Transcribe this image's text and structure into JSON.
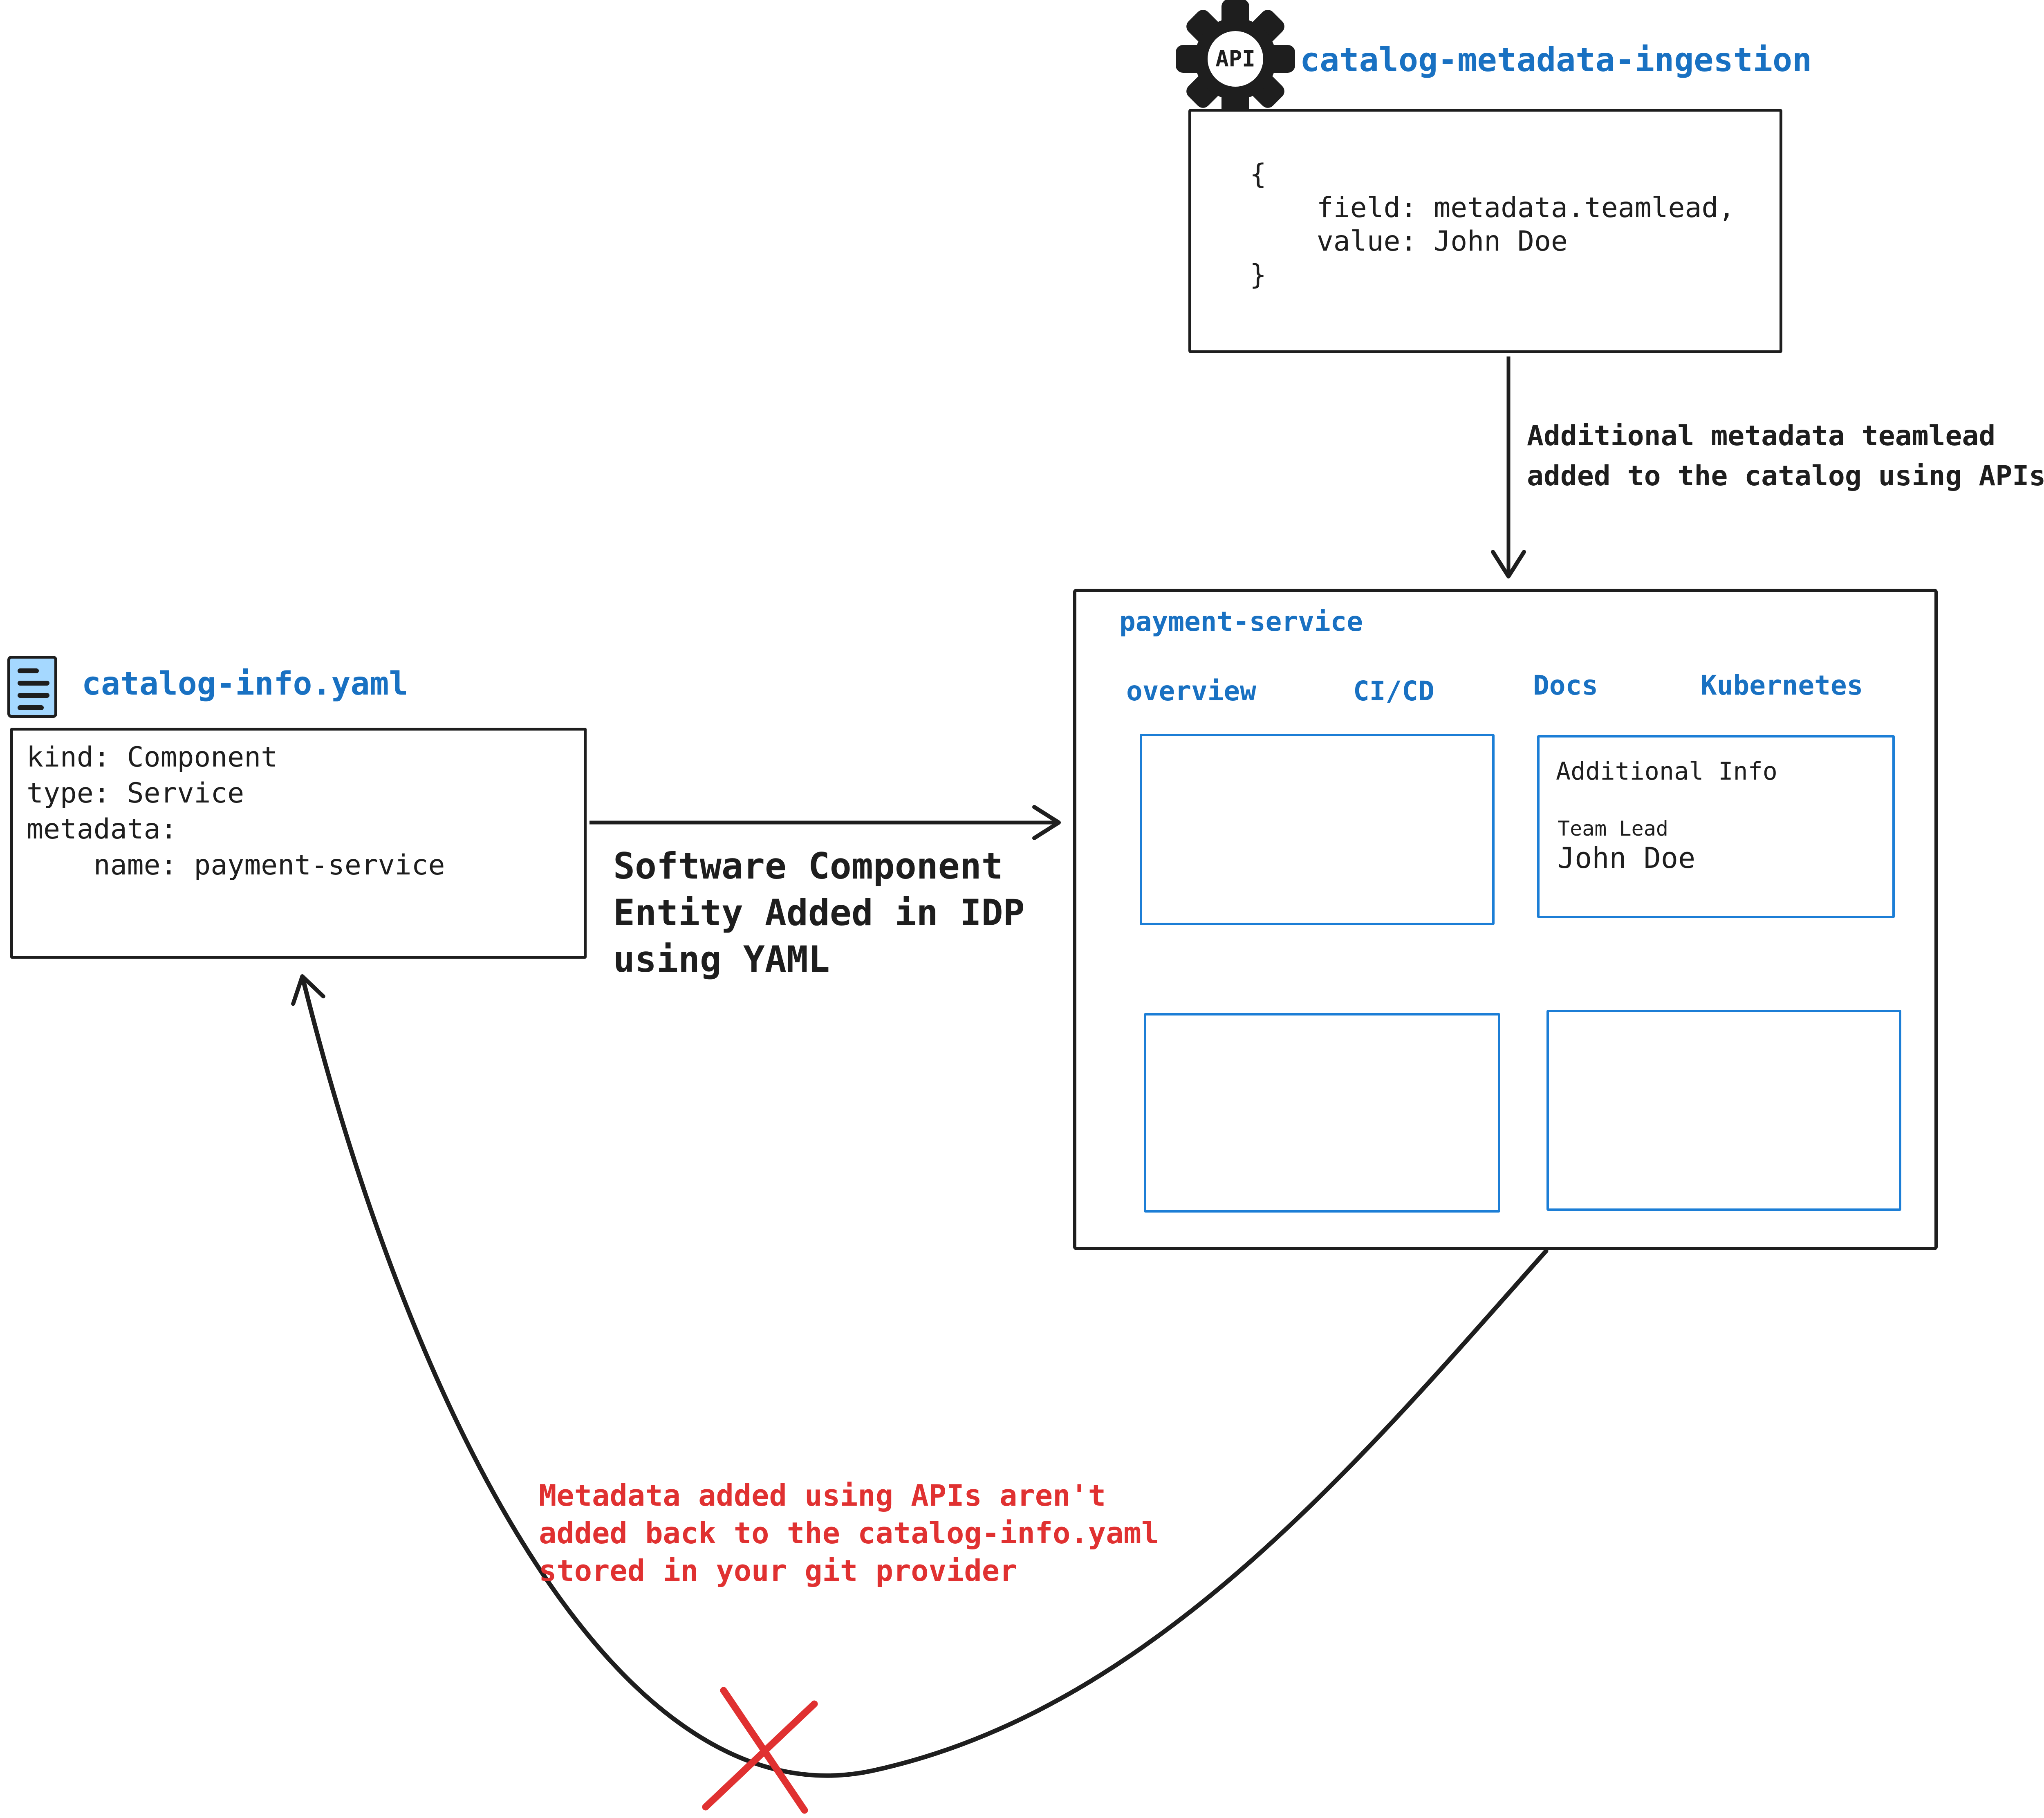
{
  "colors": {
    "ink": "#1e1e1e",
    "blue_text": "#1971c2",
    "blue_border": "#1c7ed6",
    "red": "#e03131",
    "icon_fill": "#a5d8ff"
  },
  "api": {
    "icon_label": "API",
    "title": "catalog-metadata-ingestion",
    "code_lines": [
      "{",
      "    field: metadata.teamlead,",
      "    value: John Doe",
      "}"
    ]
  },
  "ingest_note": [
    "Additional metadata teamlead",
    "added to the catalog using APIs"
  ],
  "idp": {
    "title": "payment-service",
    "tabs": [
      "overview",
      "CI/CD",
      "Docs",
      "Kubernetes"
    ],
    "info_panel": {
      "heading": "Additional Info",
      "field_label": "Team Lead",
      "field_value": "John Doe"
    }
  },
  "yaml": {
    "title": "catalog-info.yaml",
    "lines": [
      "kind: Component",
      "type: Service",
      "metadata:",
      "    name: payment-service"
    ]
  },
  "flow_note": [
    "Software Component",
    "Entity Added in IDP",
    "using YAML"
  ],
  "warning_note": [
    "Metadata added using APIs aren't",
    "added back to the catalog-info.yaml",
    "stored in your git provider"
  ]
}
